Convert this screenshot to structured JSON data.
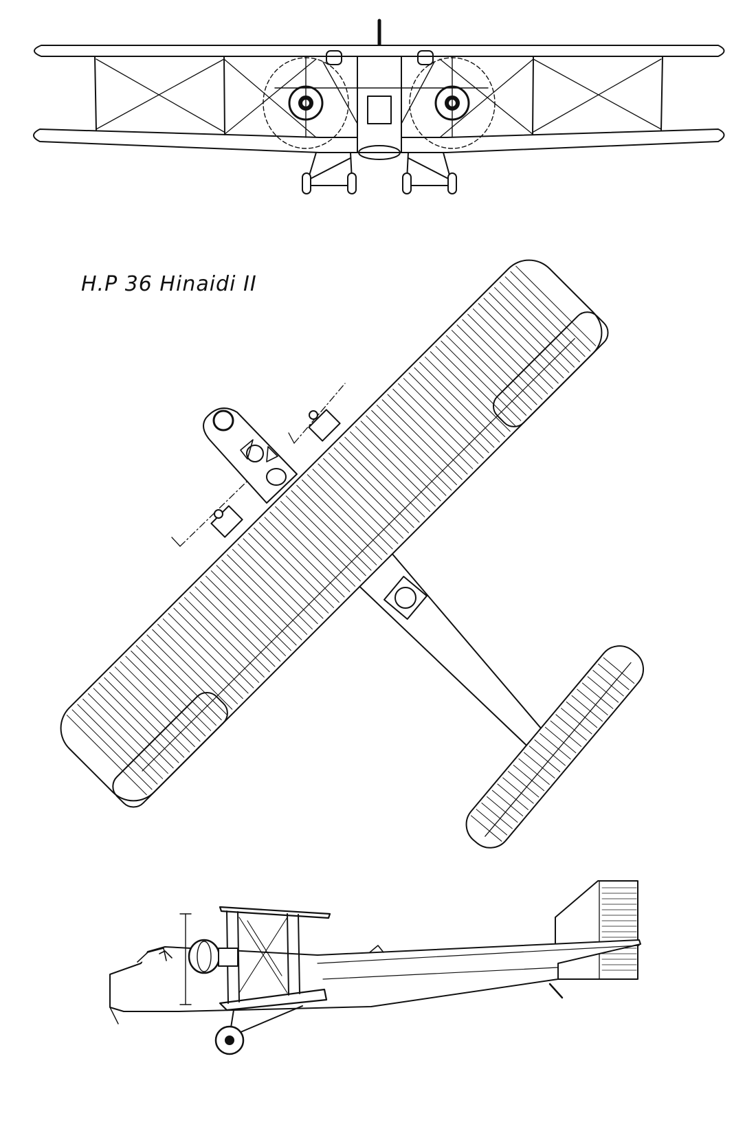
{
  "drawing": {
    "title": "H.P 36  Hinaidi II",
    "views": [
      "front-view",
      "plan-view",
      "side-view"
    ]
  },
  "colors": {
    "ink": "#111111",
    "paper": "#ffffff"
  }
}
